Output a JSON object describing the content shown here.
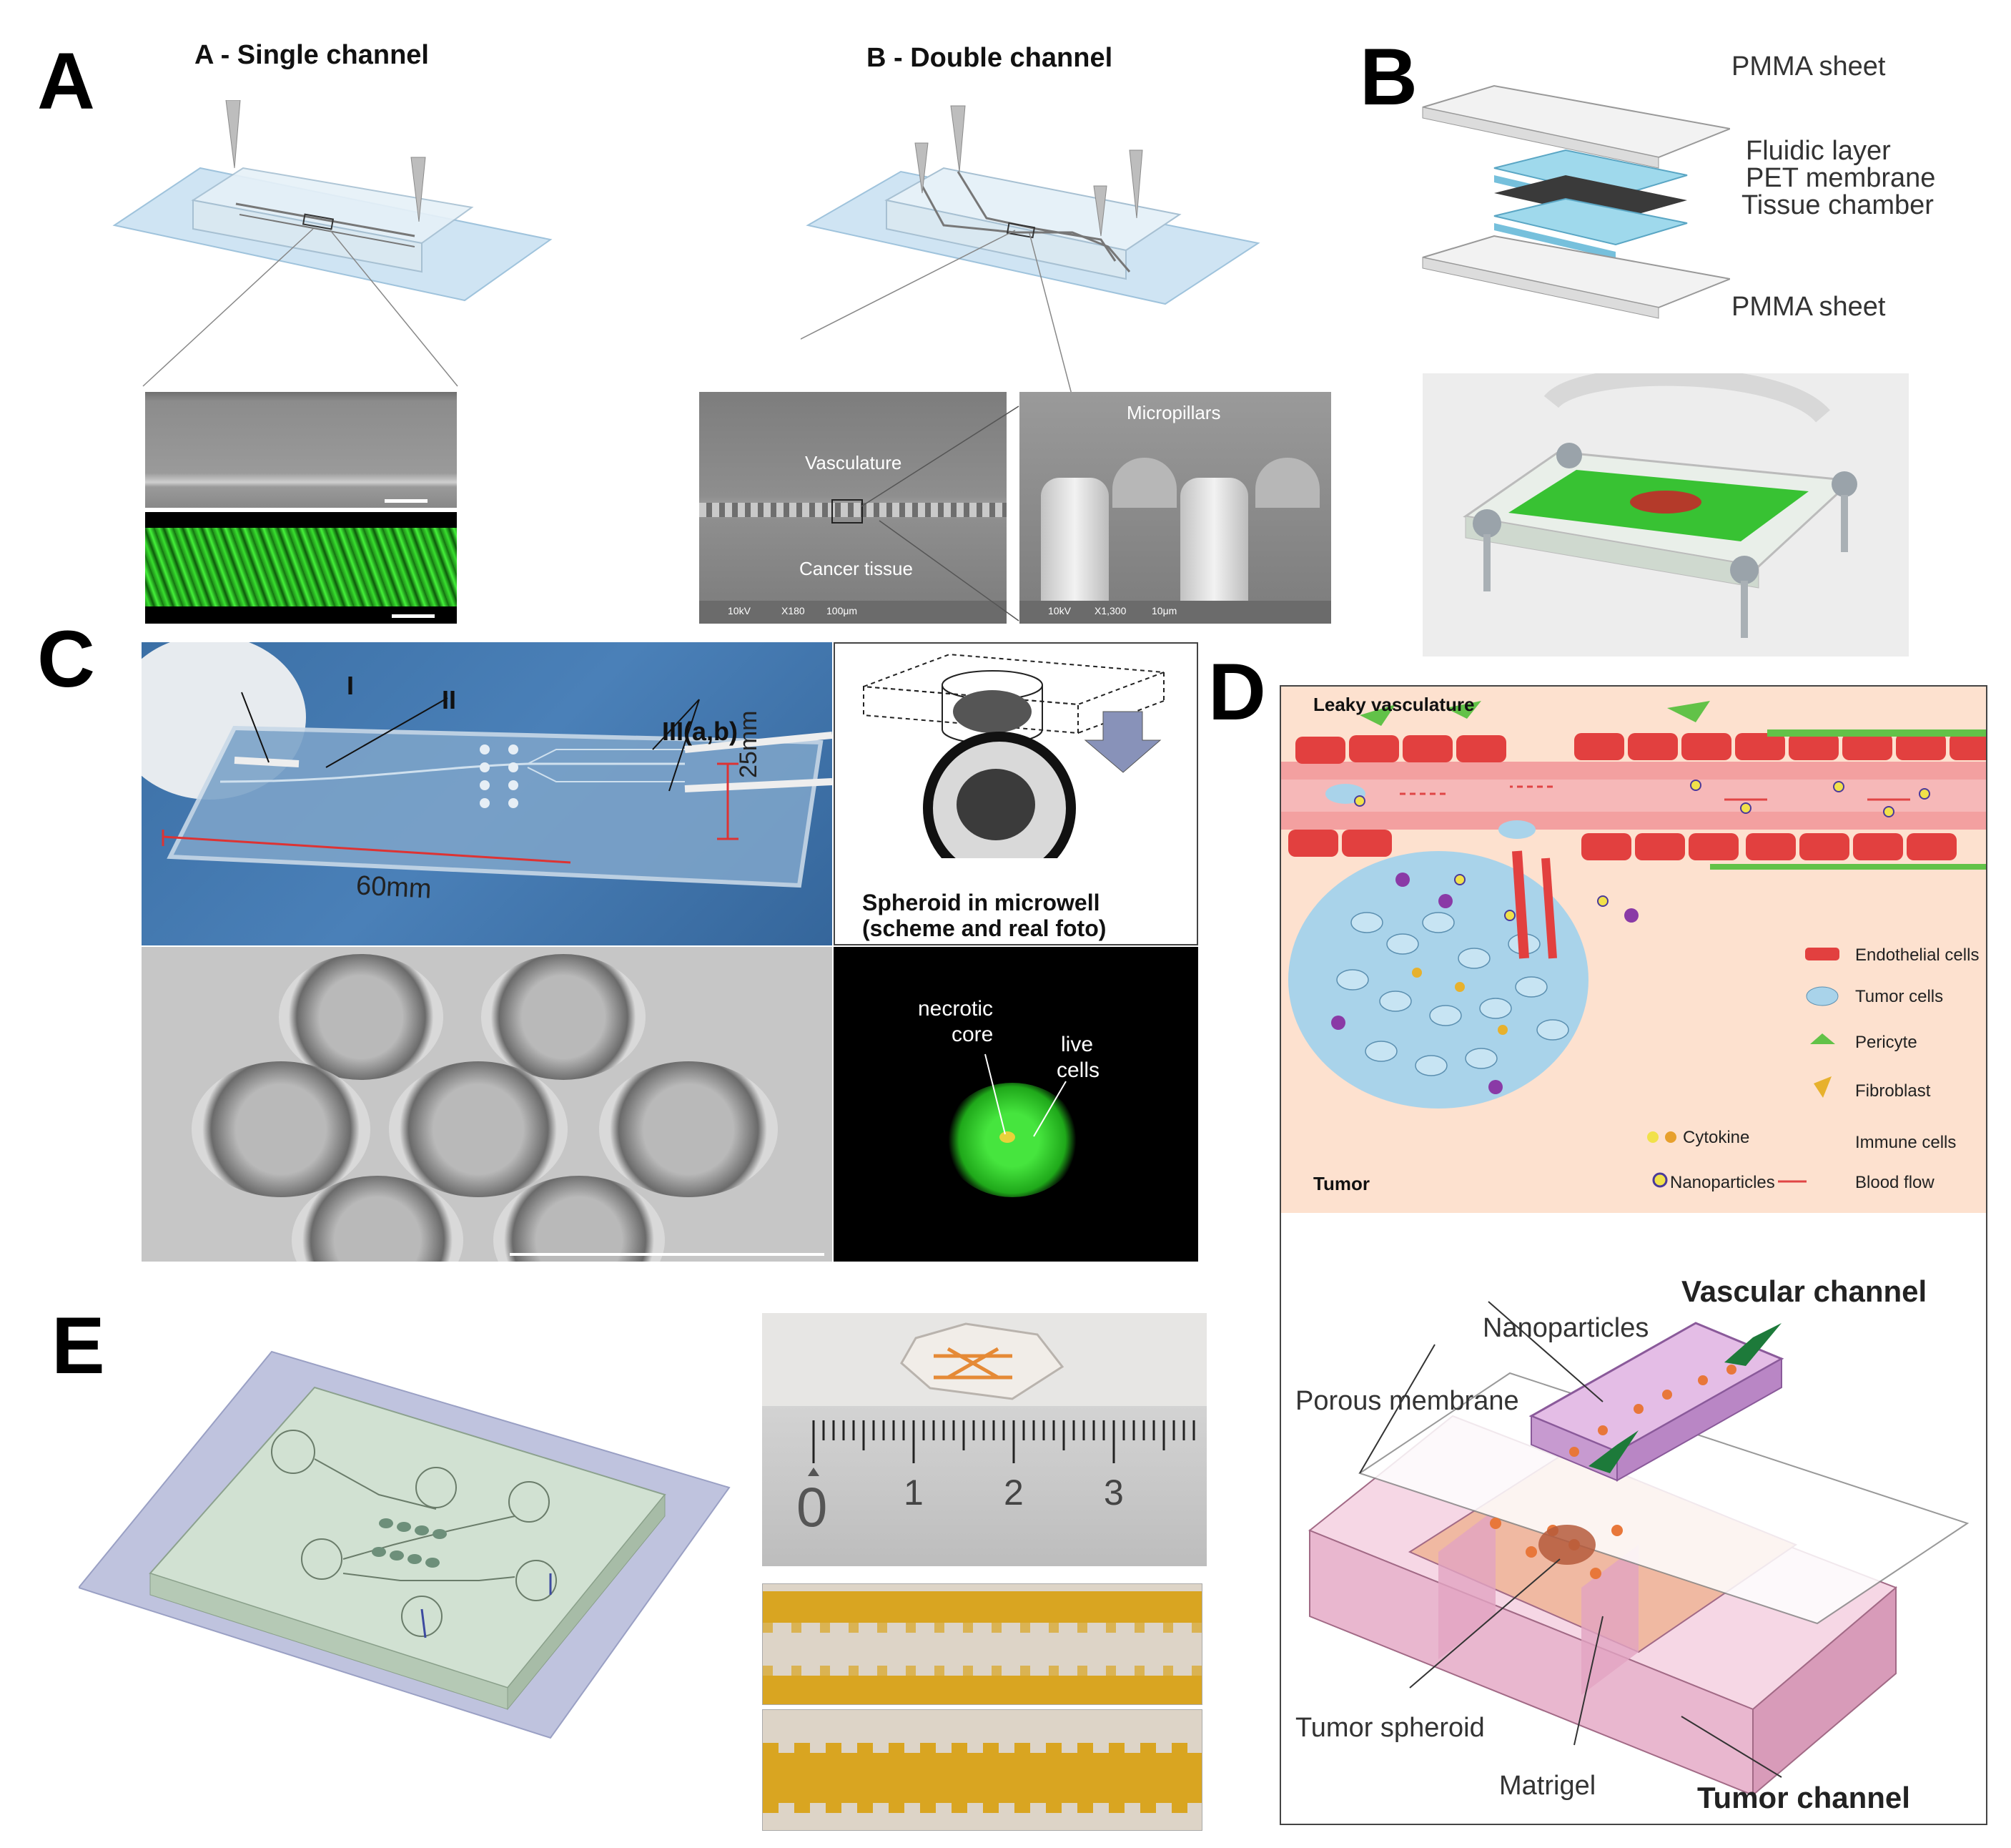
{
  "panels": {
    "A": {
      "letter": "A",
      "single_title": "A - Single channel",
      "double_title": "B - Double channel",
      "sem_labels": {
        "vasculature": "Vasculature",
        "cancer_tissue": "Cancer tissue",
        "micropillars": "Micropillars",
        "left_footer": [
          "10kV",
          "X180",
          "100μm"
        ],
        "right_footer": [
          "10kV",
          "X1,300",
          "10μm"
        ]
      }
    },
    "B": {
      "letter": "B",
      "layers": [
        "PMMA sheet",
        "Fluidic layer",
        "PET membrane",
        "Tissue chamber",
        "PMMA sheet"
      ]
    },
    "C": {
      "letter": "C",
      "markers": [
        "I",
        "II",
        "III(a,b)"
      ],
      "dim_width": "60mm",
      "dim_height": "25mm",
      "spheroid_caption_1": "Spheroid in microwell",
      "spheroid_caption_2": "(scheme and real foto)",
      "necrotic_1": "necrotic",
      "necrotic_2": "core",
      "live_1": "live",
      "live_2": "cells"
    },
    "D": {
      "letter": "D",
      "leaky_title": "Leaky vasculature",
      "tumor_title": "Tumor",
      "legend": {
        "endothelial": "Endothelial cells",
        "tumor_cells": "Tumor cells",
        "pericyte": "Pericyte",
        "fibroblast": "Fibroblast",
        "cytokine": "Cytokine",
        "immune": "Immune cells",
        "nanoparticles": "Nanoparticles",
        "blood_flow": "Blood flow"
      },
      "device_labels": {
        "vascular_channel": "Vascular channel",
        "nanoparticles": "Nanoparticles",
        "porous_membrane": "Porous membrane",
        "tumor_spheroid": "Tumor spheroid",
        "matrigel": "Matrigel",
        "tumor_channel": "Tumor channel"
      }
    },
    "E": {
      "letter": "E",
      "ruler_numbers": [
        "0",
        "1",
        "2",
        "3"
      ]
    }
  },
  "colors": {
    "green_cells": "#22c41e",
    "endothelial_red": "#e2403f",
    "tumor_blue": "#a9d3ea",
    "device_pink": "#e9b7cf",
    "background_peach": "#fde1cf"
  }
}
